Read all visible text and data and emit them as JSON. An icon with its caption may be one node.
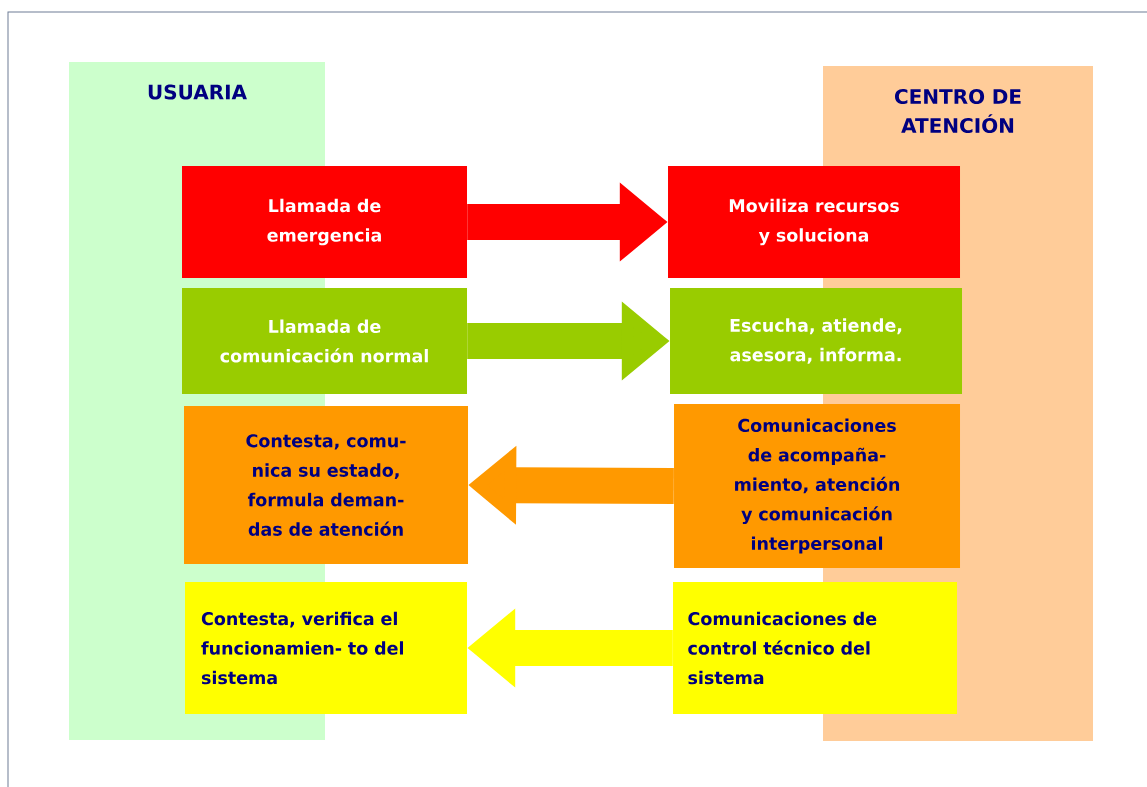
{
  "diagram": {
    "nodes": [
      {
        "text": [
          "USUARIA"
        ]
      },
      {
        "text": [
          "CENTRO DE ATENCIÓN"
        ]
      },
      {
        "text": [
          "Llamada de emergencia"
        ]
      },
      {
        "text": [
          "Moviliza recursos y soluciona"
        ]
      },
      {
        "text": [
          "Llamada de comunicación normal"
        ]
      },
      {
        "text": [
          "Escucha, atiende, asesora, informa."
        ]
      },
      {
        "text": [
          "Contesta, comu- nica su estado, formula deman- das de atención"
        ]
      },
      {
        "text": [
          "Comunicaciones de acompaña- miento, atención y comunicación interpersonal"
        ]
      },
      {
        "text": [
          "Contesta, verifica el funcionamien- to del sistema"
        ]
      },
      {
        "text": [
          "Comunicaciones de control técnico del sistema"
        ]
      }
    ],
    "edges": [
      {
        "from": 2,
        "to": 3,
        "arrow": "to",
        "color": "#ff0000"
      },
      {
        "from": 4,
        "to": 5,
        "arrow": "to",
        "color": "#99cc00"
      },
      {
        "from": 7,
        "to": 6,
        "arrow": "to",
        "color": "#ff9900"
      },
      {
        "from": 9,
        "to": 8,
        "arrow": "to",
        "color": "#ffff00"
      }
    ]
  }
}
